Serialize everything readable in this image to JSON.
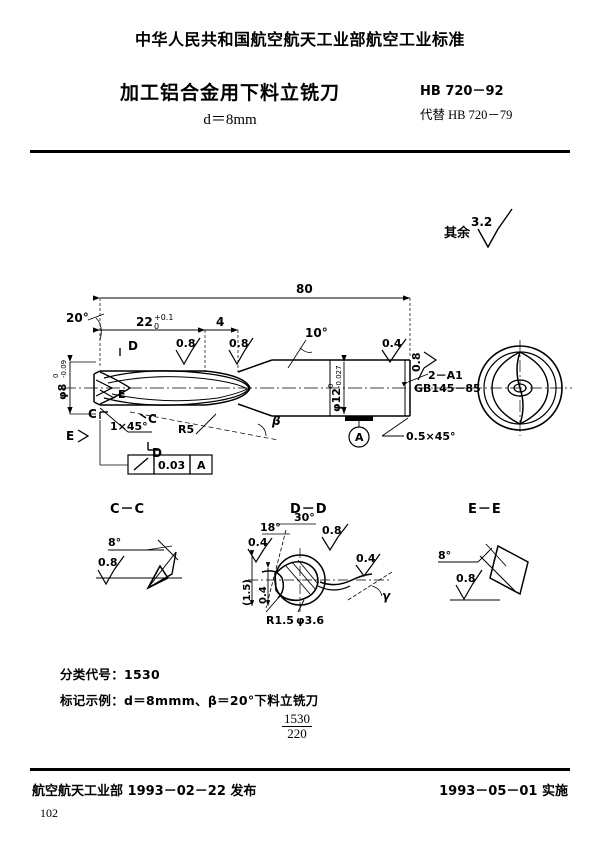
{
  "header": {
    "standard_org": "中华人民共和国航空航天工业部航空工业标准",
    "title": "加工铝合金用下料立铣刀",
    "subtitle": "d＝8mm",
    "code": "HB 720－92",
    "supersedes": "代替 HB 720－79"
  },
  "general_note": {
    "label": "其余",
    "roughness": "3.2"
  },
  "main_view": {
    "overall_length": "80",
    "flute_length": "22",
    "flute_tol_upper": "+0.1",
    "flute_tol_lower": "0",
    "neck_dim": "4",
    "helix_angle": "20°",
    "taper_angle": "10°",
    "cutter_dia": "φ8",
    "cutter_dia_tol_upper": "0",
    "cutter_dia_tol_lower": "-0.09",
    "shank_dia": "φ12",
    "shank_tol_upper": "0",
    "shank_tol_lower": "-0.027",
    "corner_radius": "R5",
    "chamfer_left": "1×45°",
    "chamfer_right": "0.5×45°",
    "beta_angle": "β",
    "center_hole": "2－A1",
    "center_hole_std": "GB145－85",
    "detail_callout": "A",
    "roughness_flute": "0.8",
    "roughness_taper": "0.8",
    "roughness_shank": "0.4",
    "roughness_end": "0.8",
    "tolerance_frame": {
      "symbol": "/",
      "value": "0.03",
      "datum": "A"
    },
    "section_marks": [
      "C",
      "D",
      "E"
    ]
  },
  "section_cc": {
    "title": "C－C",
    "clearance_angle": "8°",
    "roughness": "0.8"
  },
  "section_dd": {
    "title": "D－D",
    "rake_angle": "30°",
    "second_angle": "18°",
    "land_width": "0.4",
    "bracket_dim": "(1.5)",
    "land_dim": "0.4",
    "core_radius": "R1.5",
    "core_dia": "φ3.6",
    "roughness_a": "0.4",
    "roughness_b": "0.8",
    "roughness_c": "0.4",
    "gamma_angle": "γ"
  },
  "section_ee": {
    "title": "E－E",
    "clearance_angle": "8°",
    "roughness": "0.8"
  },
  "notes": {
    "classification": "分类代号：1530",
    "marking_example": "标记示例：d＝8mmm、β＝20°下料立铣刀",
    "fraction_num": "1530",
    "fraction_den": "220"
  },
  "footer": {
    "issued": "航空航天工业部 1993－02－22 发布",
    "effective": "1993－05－01 实施",
    "page": "102"
  }
}
